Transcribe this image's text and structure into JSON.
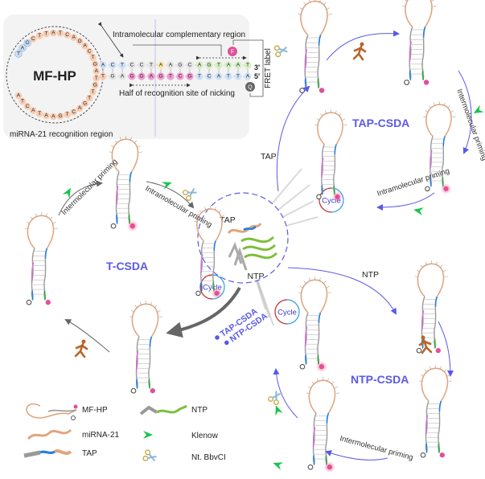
{
  "inset": {
    "title": "MF-HP",
    "loop_label": "miRNA-21 recognition region",
    "complementary_label": "Intramolecular complementary region",
    "nicking_label": "Half of recognition site of nicking",
    "fret_label": "FRET label",
    "three_prime": "3'",
    "five_prime": "5'",
    "fluorophore": "F",
    "quencher": "Q",
    "loop_sequence": [
      "T",
      "A",
      "G",
      "C",
      "T",
      "T",
      "A",
      "T",
      "C",
      "A",
      "G",
      "A",
      "C",
      "T",
      "G",
      "A",
      "T",
      "G",
      "T",
      "T",
      "G",
      "A",
      "C",
      "T",
      "G",
      "A",
      "A",
      "T",
      "A",
      "C",
      "T",
      "A"
    ],
    "top_strand": [
      "A",
      "C",
      "T",
      "C",
      "C",
      "T",
      "A",
      "A",
      "G",
      "C",
      "A",
      "G",
      "T",
      "A",
      "A",
      "T"
    ],
    "bottom_strand": [
      "T",
      "G",
      "A",
      "G",
      "G",
      "A",
      "G",
      "T",
      "C",
      "G",
      "T",
      "C",
      "A",
      "T",
      "T",
      "A"
    ],
    "colors": {
      "loop": "#f7cdb4",
      "stem_blue": "#cfe2f7",
      "stem_gray": "#e4e4e4",
      "nicking_pink": "#f29ad0",
      "green": "#d6efc2",
      "yellow": "#fbe7a6"
    }
  },
  "cycles": {
    "tap": {
      "title": "TAP-CSDA",
      "trigger_label": "TAP",
      "step1": "Intermolecular priming",
      "step2": "Intramolecular priming"
    },
    "t": {
      "title": "T-CSDA",
      "step1": "Intermolecular priming",
      "step2": "Intramolecular priming"
    },
    "ntp": {
      "title": "NTP-CSDA",
      "trigger_label": "NTP",
      "step1": "Intermolecular priming"
    }
  },
  "center": {
    "tap_label": "TAP",
    "ntp_label": "NTP",
    "cycle_label": "Cycle",
    "bullets": [
      "TAP-CSDA",
      "NTP-CSDA"
    ]
  },
  "legend": {
    "items": [
      {
        "icon": "hairpin-icon",
        "label": "MF-HP"
      },
      {
        "icon": "mirna-icon",
        "label": "miRNA-21"
      },
      {
        "icon": "tap-icon",
        "label": "TAP"
      },
      {
        "icon": "ntp-icon",
        "label": "NTP"
      },
      {
        "icon": "klenow-icon",
        "label": "Klenow"
      },
      {
        "icon": "scissors-icon",
        "label": "Nt. BbvCI"
      }
    ]
  },
  "colors": {
    "accent_blue": "#5a5ae6",
    "arrow_gray": "#666666",
    "strand_tan": "#e0a57e",
    "strand_blue": "#1f7fe0",
    "strand_pink": "#d070d0",
    "strand_green": "#2fa83a",
    "strand_gray": "#999999",
    "fluor_pink": "#e0509a",
    "klenow_green": "#18c44c"
  }
}
